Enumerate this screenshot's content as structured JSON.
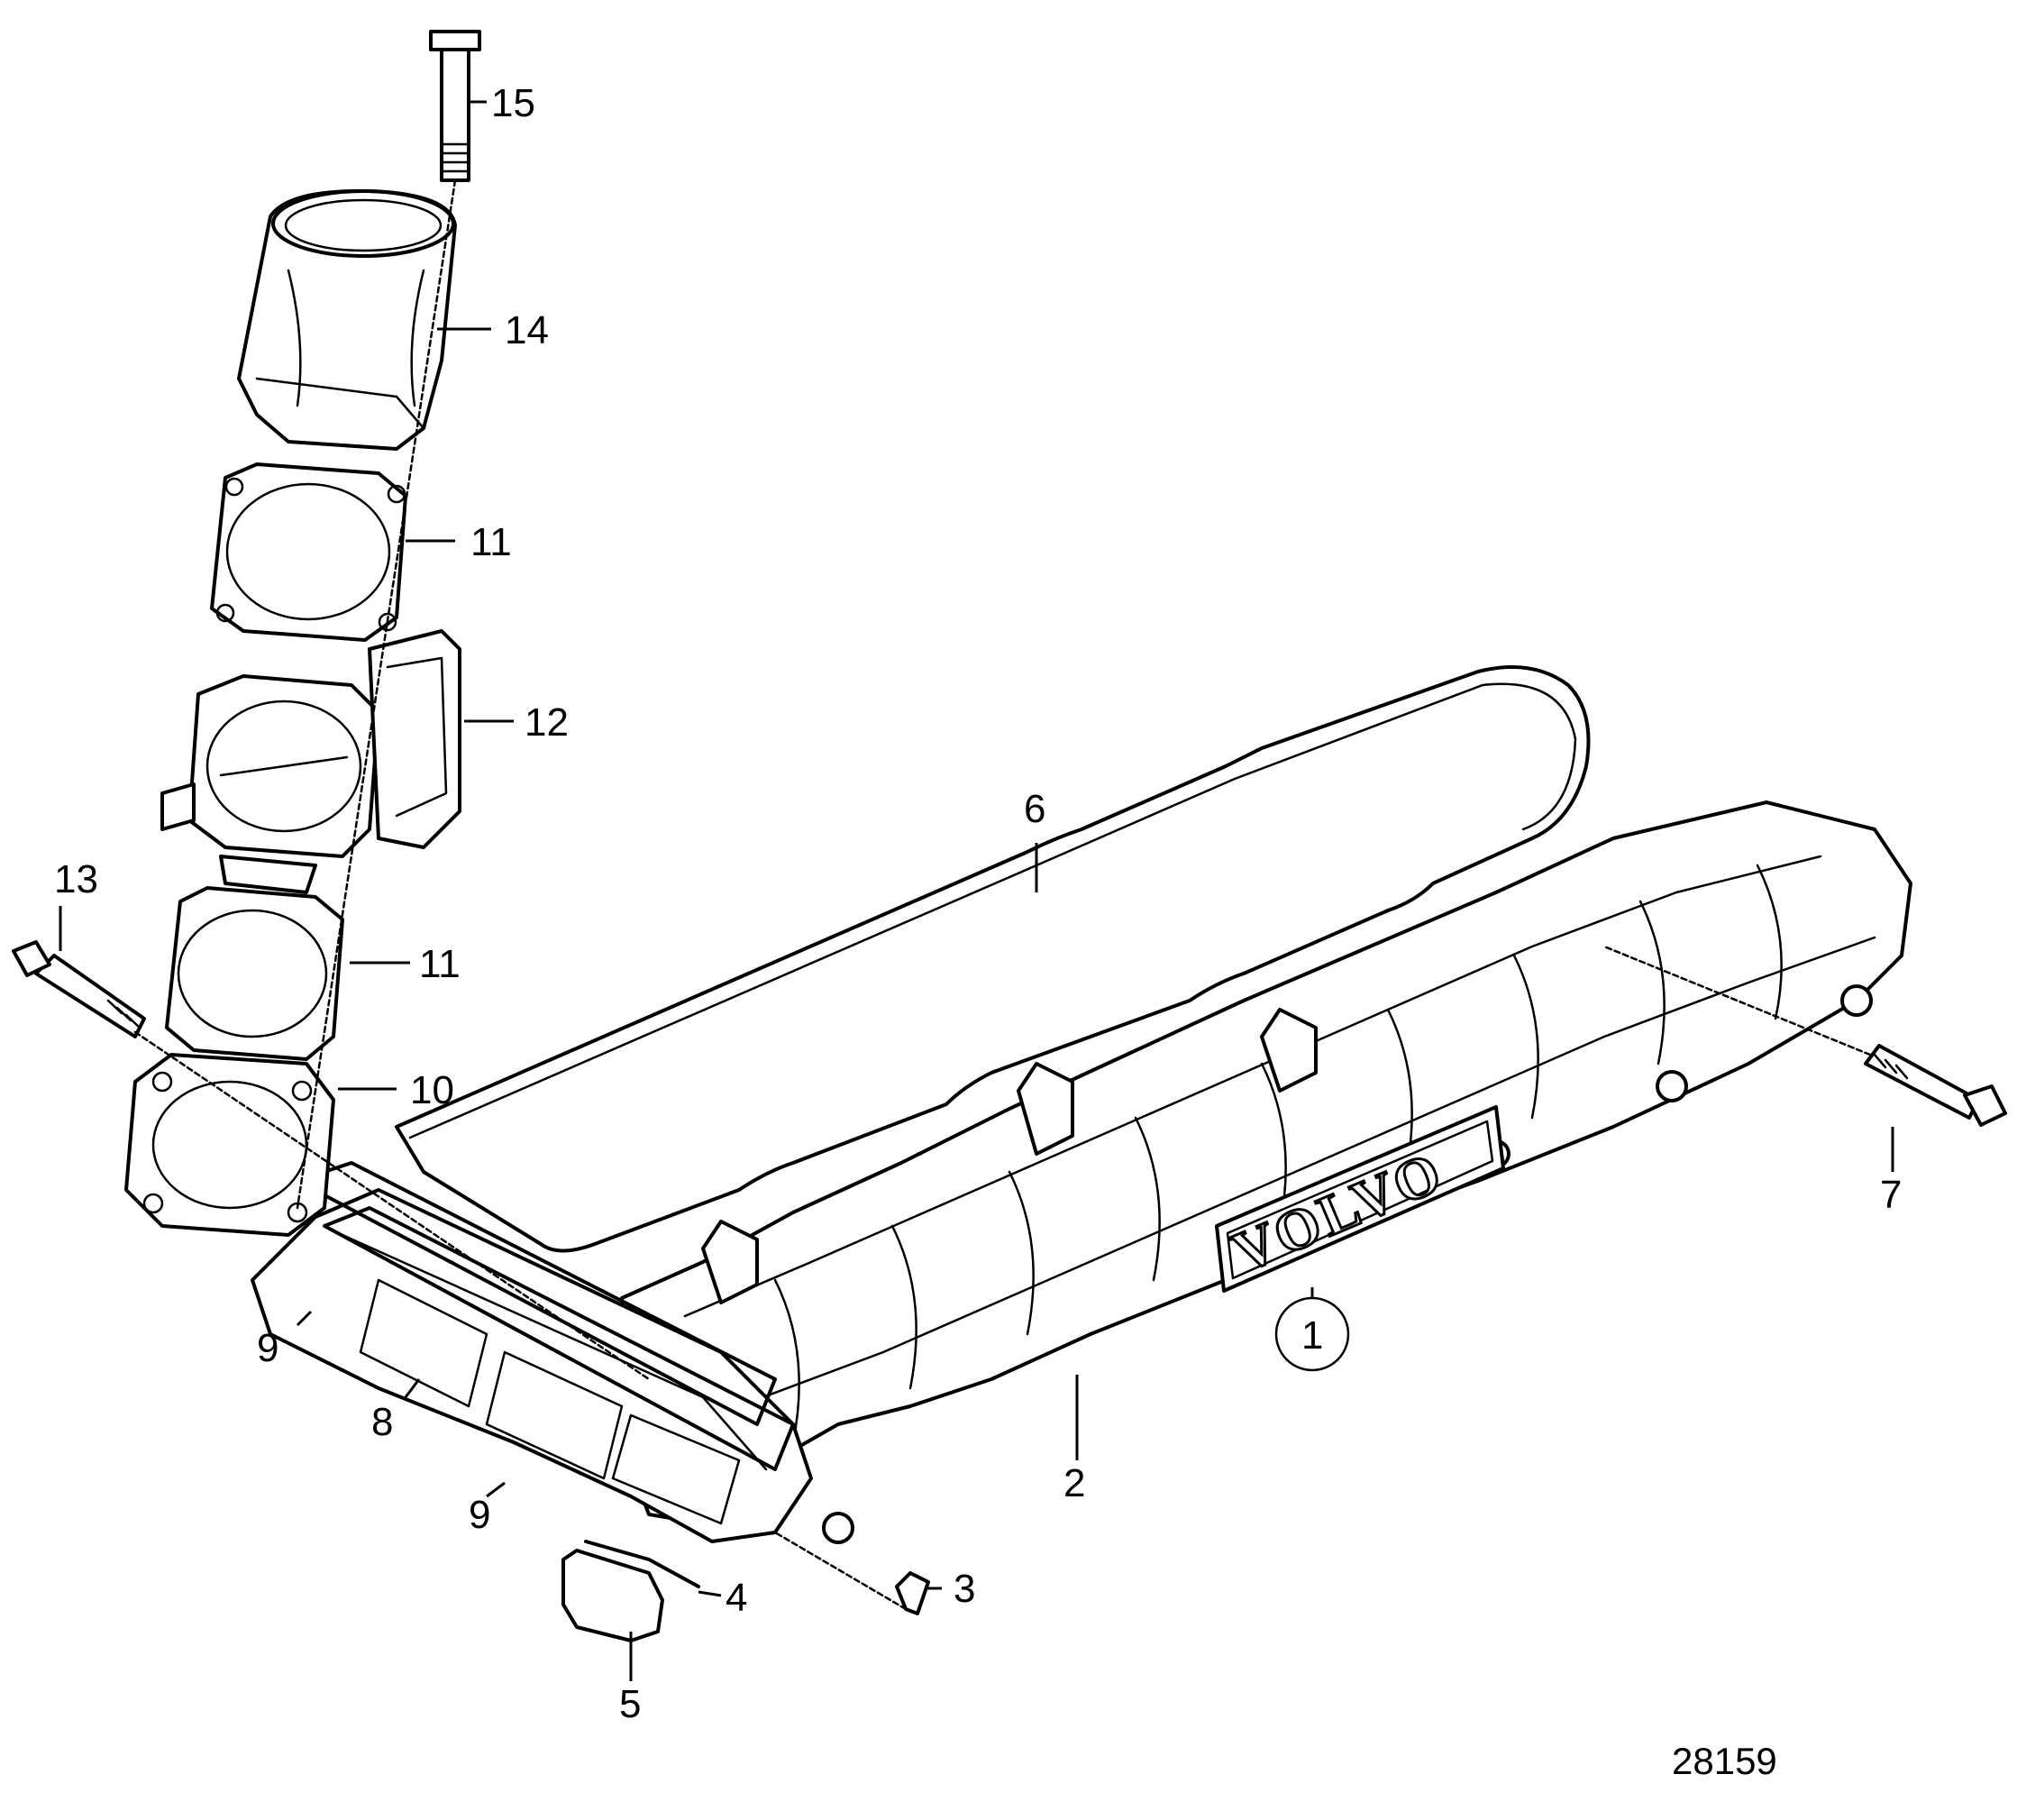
{
  "diagram": {
    "reference_number": "28159",
    "brand_plate_text": "VOLVO",
    "callouts": [
      {
        "id": "c1",
        "label": "1"
      },
      {
        "id": "c2",
        "label": "2"
      },
      {
        "id": "c3",
        "label": "3"
      },
      {
        "id": "c4",
        "label": "4"
      },
      {
        "id": "c5",
        "label": "5"
      },
      {
        "id": "c6",
        "label": "6"
      },
      {
        "id": "c7",
        "label": "7"
      },
      {
        "id": "c8",
        "label": "8"
      },
      {
        "id": "c9a",
        "label": "9"
      },
      {
        "id": "c9b",
        "label": "9"
      },
      {
        "id": "c10",
        "label": "10"
      },
      {
        "id": "c11a",
        "label": "11"
      },
      {
        "id": "c11b",
        "label": "11"
      },
      {
        "id": "c12",
        "label": "12"
      },
      {
        "id": "c13",
        "label": "13"
      },
      {
        "id": "c14",
        "label": "14"
      },
      {
        "id": "c15",
        "label": "15"
      }
    ]
  }
}
